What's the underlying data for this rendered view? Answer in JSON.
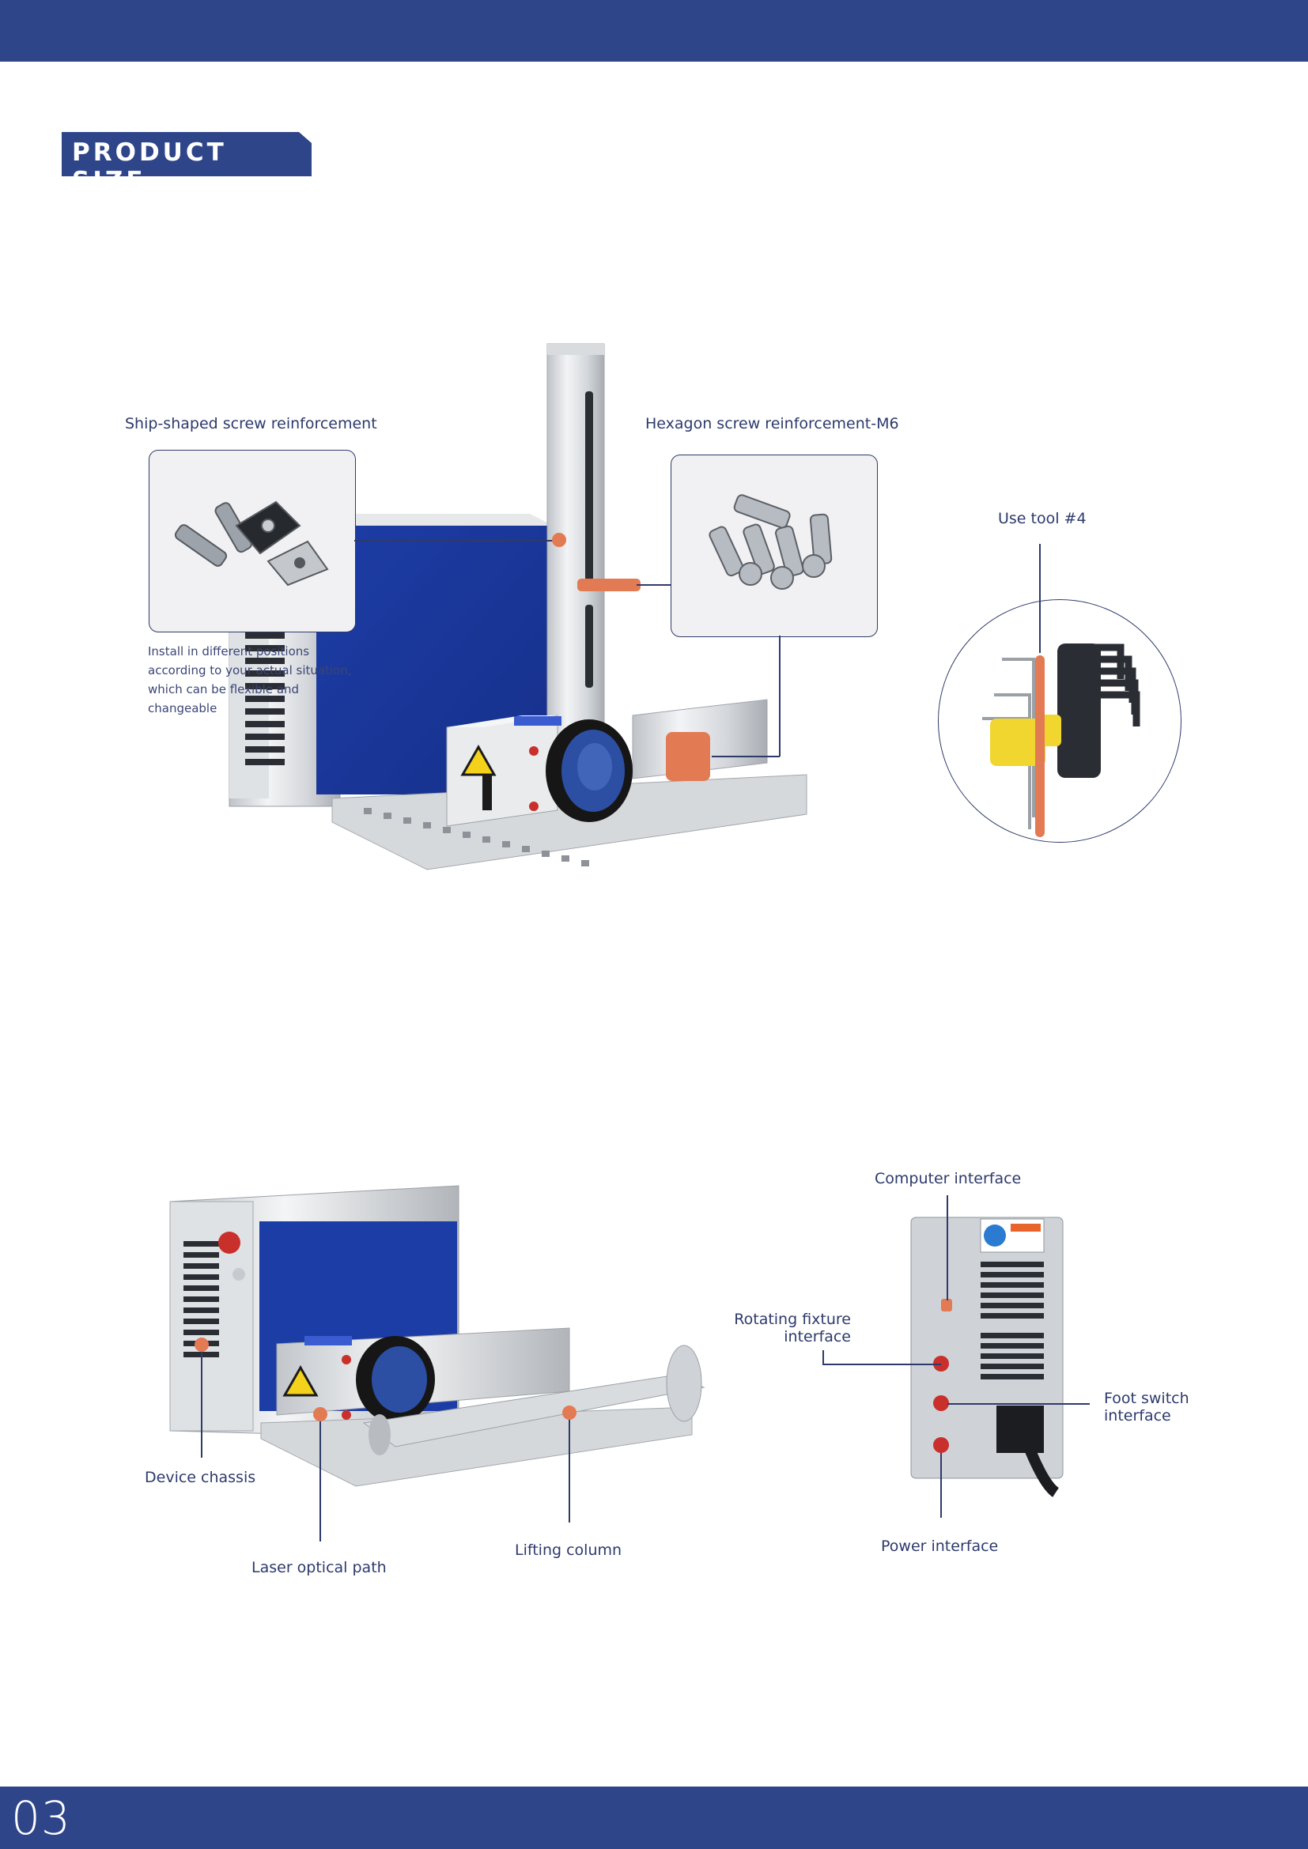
{
  "page": {
    "number": "03"
  },
  "section": {
    "title": "PRODUCT SIZE"
  },
  "top_figure": {
    "ship_screw_label": "Ship-shaped screw reinforcement",
    "hex_screw_label": "Hexagon screw reinforcement-M6",
    "tool_label": "Use tool #4",
    "install_note": [
      "Install in different positions",
      "according to your actual situation,",
      "which can be flexible and",
      "changeable"
    ]
  },
  "bottom_left_figure": {
    "device_chassis_label": "Device chassis",
    "laser_path_label": "Laser optical path",
    "lifting_column_label": "Lifting column"
  },
  "bottom_right_figure": {
    "computer_interface_label": "Computer interface",
    "rotating_fixture_label_line1": "Rotating fixture",
    "rotating_fixture_label_line2": "interface",
    "foot_switch_label_line1": "Foot switch",
    "foot_switch_label_line2": "interface",
    "power_interface_label": "Power interface"
  },
  "colors": {
    "brand_blue": "#2e4589",
    "accent_orange": "#e27a54",
    "text_navy": "#2d3a6b"
  }
}
